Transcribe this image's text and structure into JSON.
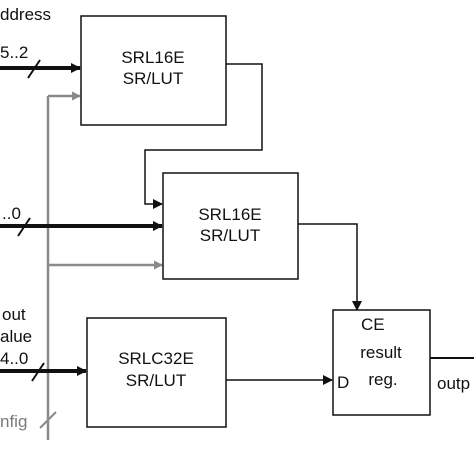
{
  "colors": {
    "line": "#111111",
    "config_line": "#8a8a8a",
    "block_fill": "#ffffff",
    "block_stroke": "#111111"
  },
  "inputs": {
    "address_label": "ddress",
    "address_bus_top": "5..2",
    "address_bus_mid": "..0",
    "input_value_line1": "out",
    "input_value_line2": "alue",
    "input_value_bus": "4..0",
    "config_label": "nfig"
  },
  "blocks": {
    "srl1": {
      "line1": "SRL16E",
      "line2": "SR/LUT"
    },
    "srl2": {
      "line1": "SRL16E",
      "line2": "SR/LUT"
    },
    "srlc32": {
      "line1": "SRLC32E",
      "line2": "SR/LUT"
    },
    "result_reg": {
      "ce": "CE",
      "line1": "result",
      "line2": "reg.",
      "d": "D"
    }
  },
  "outputs": {
    "output_label": "outp"
  }
}
